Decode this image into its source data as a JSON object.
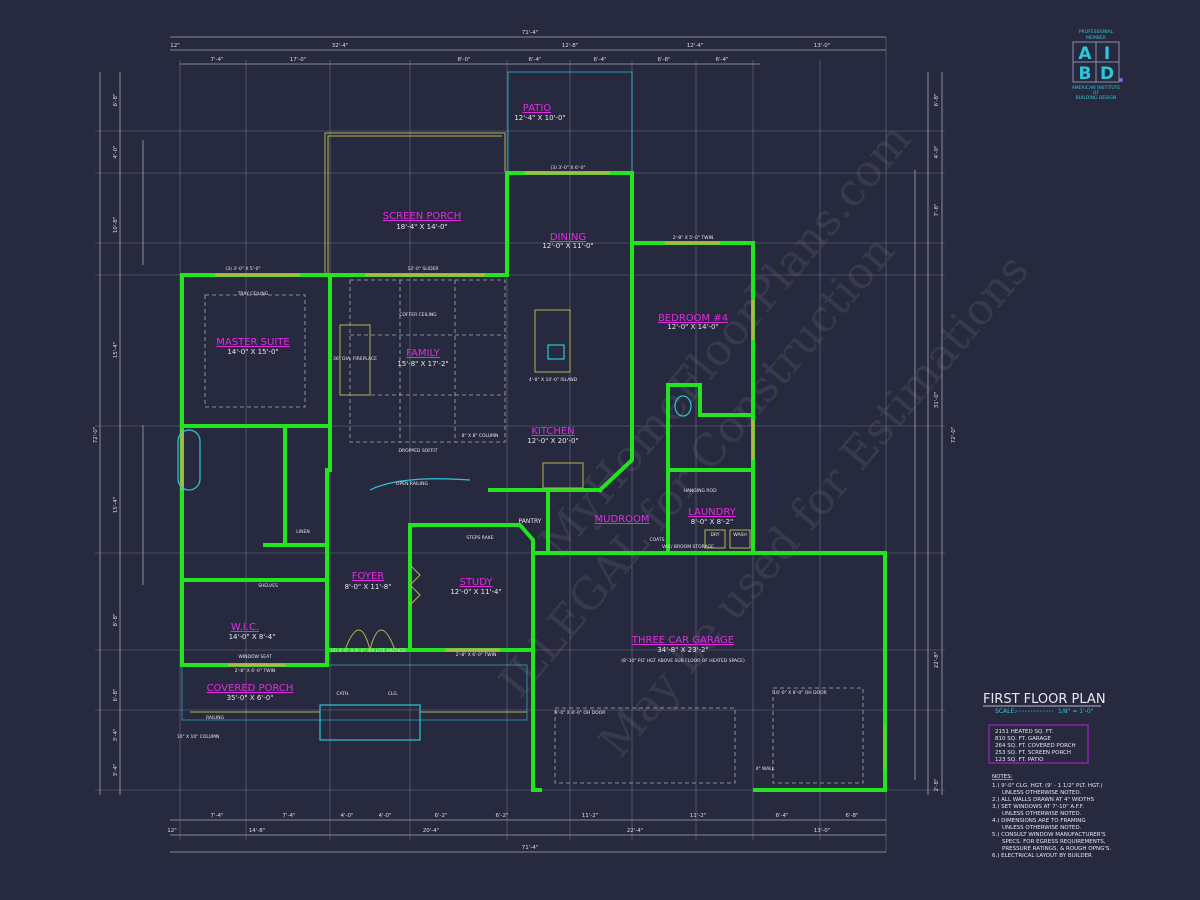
{
  "title_block": {
    "title": "FIRST FLOOR PLAN",
    "scale_label": "SCALE:",
    "scale_value": "1/8\" = 1'-0\"",
    "areas": [
      "2151 HEATED SQ. FT.",
      "810 SQ. FT. GARAGE",
      "264 SQ. FT. COVERED PORCH",
      "253 SQ. FT. SCREEN PORCH",
      "123 SQ. FT. PATIO"
    ],
    "notes_heading": "NOTES:",
    "notes": [
      "1.) 9'-0\" CLG. HGT. (9' - 1 1/2\" PLT. HGT.)",
      "UNLESS OTHERWISE NOTED.",
      "2.) ALL WALLS DRAWN AT 4\" WIDTHS",
      "3.) SET WINDOWS AT 7'-10\" A.F.F.",
      "UNLESS OTHERWISE NOTED.",
      "4.) DIMENSIONS ARE TO FRAMING",
      "UNLESS OTHERWISE NOTED.",
      "5.) CONSULT WINDOW MANUFACTURER'S",
      "SPECS. FOR EGRESS REQUIREMENTS,",
      "PRESSURE RATINGS, & ROUGH OPNG'S.",
      "6.) ELECTRICAL LAYOUT BY BUILDER"
    ]
  },
  "logo": {
    "top": [
      "PROFESSIONAL",
      "MEMBER"
    ],
    "letters": [
      "A",
      "I",
      "B",
      "D"
    ],
    "bottom": [
      "AMERICAN INSTITUTE",
      "OF",
      "BUILDING DESIGN"
    ]
  },
  "watermark": [
    "MyHomeFloorPlans.com",
    "ILLEGAL for Construction",
    "May be used for Estimations"
  ],
  "rooms": [
    {
      "name": "PATIO",
      "dims": "12'-4\" X 10'-0\""
    },
    {
      "name": "SCREEN PORCH",
      "dims": "18'-4\" X 14'-0\""
    },
    {
      "name": "DINING",
      "dims": "12'-0\" X 11'-0\""
    },
    {
      "name": "BEDROOM #4",
      "dims": "12'-0\" X 14'-0\""
    },
    {
      "name": "MASTER SUITE",
      "dims": "14'-0\" X 15'-0\""
    },
    {
      "name": "FAMILY",
      "dims": "15'-8\" X 17'-2\""
    },
    {
      "name": "KITCHEN",
      "dims": "12'-0\" X 20'-0\""
    },
    {
      "name": "MUDROOM",
      "dims": ""
    },
    {
      "name": "LAUNDRY",
      "dims": "8'-0\" X 8'-2\""
    },
    {
      "name": "FOYER",
      "dims": "8'-0\" X 11'-8\""
    },
    {
      "name": "STUDY",
      "dims": "12'-0\" X 11'-4\""
    },
    {
      "name": "W.I.C.",
      "dims": "14'-0\" X 8'-4\""
    },
    {
      "name": "COVERED PORCH",
      "dims": "35'-0\" X 6'-0\""
    },
    {
      "name": "THREE CAR GARAGE",
      "dims": "34'-8\" X 23'-2\"",
      "note": "(8'-10\" PLT HGT ABOVE SUB FLOOR OF HEATED SPACE)"
    }
  ],
  "annotations": {
    "pantry": "PANTRY",
    "tray_ceiling": "TRAY CEILING",
    "coffer_ceiling": "COFFER CEILING",
    "dropped_soffit": "DROPPED SOFFIT",
    "fireplace": "36\" DIA. FIREPLACE",
    "island": "4'-8\" X 10'-0\" ISLAND",
    "slider": "12'-0\" SLIDER",
    "master_window": "(3) 3'-0\" X 5'-0\"",
    "dining_window": "(3) 3'-0\" X 6'-0\"",
    "bedroom_window": "2'-8\" X 5'-0\" TWIN",
    "study_window": "2'-8\" X 6'-0\" TWIN",
    "wic_window": "2'-8\" X 6'-0\" TWIN",
    "window_seat": "WINDOW SEAT",
    "shelves": "SHELVES",
    "linen": "LINEN",
    "coats": "COATS",
    "storage": "VAC/ BROOM STORAGE",
    "open_railing": "OPEN RAILING",
    "steps_rake": "STEPS RAKE",
    "column": "8\" X 8\" COLUMN",
    "porch_column": "10\" X 10\" COLUMN",
    "railing": "RAILING",
    "hanging_rod": "HANGING ROD",
    "dryer": "DRY",
    "washer": "WASH",
    "entry_door": "(2) 3'-0\" X 8'-0\" 3/4 LITE ARCHED",
    "garage_door_1": "9'-0\" X 8'-0\" OH DOOR",
    "garage_door_2": "16'-0\" X 8'-0\" OH DOOR",
    "cath": "CATH.",
    "clg": "CLG.",
    "spacer": "4\" WALL"
  },
  "dimensions": {
    "top_overall": "71'-4\"",
    "top_row2": [
      "12\"",
      "32'-4\"",
      "12'-8\"",
      "12'-4\"",
      "13'-0\""
    ],
    "top_row3": [
      "7'-4\"",
      "17'-0\"",
      "8'-0\"",
      "6'-4\"",
      "6'-4\"",
      "6'-8\"",
      "6'-4\""
    ],
    "bottom_row1": [
      "7'-4\"",
      "7'-4\"",
      "4'-0\"",
      "4'-0\"",
      "6'-2\"",
      "6'-2\"",
      "11'-2\"",
      "11'-2\"",
      "6'-4\"",
      "6'-8\""
    ],
    "bottom_row2": [
      "12\"",
      "14'-8\"",
      "20'-4\"",
      "22'-4\"",
      "13'-0\""
    ],
    "bottom_overall": "71'-4\"",
    "left_overall": "72'-0\"",
    "left_row": [
      "6'-8\"",
      "4'-0\"",
      "10'-8\"",
      "15'-4\"",
      "15'-4\"",
      "8'-8\"",
      "6'-8\"",
      "3'-4\"",
      "3'-4\""
    ],
    "right_overall": "72'-0\"",
    "right_row": [
      "6'-8\"",
      "4'-0\"",
      "7'-8\"",
      "31'-0\"",
      "22'-8\"",
      "2'-8\""
    ]
  }
}
